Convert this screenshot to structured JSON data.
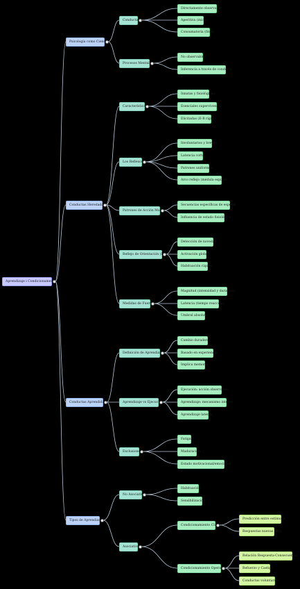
{
  "colors": {
    "background": "#000000",
    "link": "#b9c9d8",
    "levels": [
      "#c7c9ff",
      "#bcd3f7",
      "#a7e3d4",
      "#a9eec0",
      "#d3f7a2"
    ]
  },
  "tree": {
    "label": "Aprendizaje i Condicionament",
    "children": [
      {
        "label": "Psicología como Ciencia",
        "children": [
          {
            "label": "Conducta",
            "children": [
              {
                "label": "Directamente observable"
              },
              {
                "label": "Aperitiva (inicio)"
              },
              {
                "label": "Consumatoria (final)"
              }
            ]
          },
          {
            "label": "Procesos Mentales",
            "children": [
              {
                "label": "No observables"
              },
              {
                "label": "Inferencia a través de conducta"
              }
            ]
          }
        ]
      },
      {
        "label": "Conductas Heredadas",
        "children": [
          {
            "label": "Características",
            "children": [
              {
                "label": "Innatas y fisiológicas"
              },
              {
                "label": "Esenciales supervivencia"
              },
              {
                "label": "Elicitadas (E-R rígido)"
              }
            ]
          },
          {
            "label": "Los Reflexos",
            "children": [
              {
                "label": "Involuntarios y breves"
              },
              {
                "label": "Latencia corta"
              },
              {
                "label": "Patrones uniformes"
              },
              {
                "label": "Arco reflejo (médula espinal)"
              }
            ]
          },
          {
            "label": "Patrones de Acción Modal",
            "children": [
              {
                "label": "Secuencias específicas de especie"
              },
              {
                "label": "Influencia de estado fisiológico"
              }
            ]
          },
          {
            "label": "Reflejo de Orientación (RO)",
            "children": [
              {
                "label": "Detección de novedad"
              },
              {
                "label": "Activación global"
              },
              {
                "label": "Habituación rápida"
              }
            ]
          },
          {
            "label": "Medidas de Fuerza",
            "children": [
              {
                "label": "Magnitud (intensidad y duración)"
              },
              {
                "label": "Latencia (tiempo reacción)"
              },
              {
                "label": "Umbral absoluto"
              }
            ]
          }
        ]
      },
      {
        "label": "Conductas Aprendidas",
        "children": [
          {
            "label": "Definición de Aprendizaje",
            "children": [
              {
                "label": "Cambio duradero"
              },
              {
                "label": "Basado en experiencia"
              },
              {
                "label": "Implica memoria"
              }
            ]
          },
          {
            "label": "Aprendizaje vs Ejecución",
            "children": [
              {
                "label": "Ejecución: acción observable"
              },
              {
                "label": "Aprendizaje: mecanismo interno"
              },
              {
                "label": "Aprendizaje latente"
              }
            ]
          },
          {
            "label": "Exclusiones",
            "children": [
              {
                "label": "Fatiga"
              },
              {
                "label": "Maduración"
              },
              {
                "label": "Estado motivacional/emocional"
              }
            ]
          }
        ]
      },
      {
        "label": "Tipos de Aprendizaje",
        "children": [
          {
            "label": "No Asociativo",
            "children": [
              {
                "label": "Habituación"
              },
              {
                "label": "Sensibilización"
              }
            ]
          },
          {
            "label": "Asociativo",
            "children": [
              {
                "label": "Condicionamiento Clásico",
                "children": [
                  {
                    "label": "Predicción entre estímulos"
                  },
                  {
                    "label": "Respuestas nuevas (RC)"
                  }
                ]
              },
              {
                "label": "Condicionamiento Operante",
                "children": [
                  {
                    "label": "Relación Respuesta-Consecuencia"
                  },
                  {
                    "label": "Refuerzo y Castigo"
                  },
                  {
                    "label": "Conductas voluntarias"
                  }
                ]
              }
            ]
          }
        ]
      }
    ]
  }
}
